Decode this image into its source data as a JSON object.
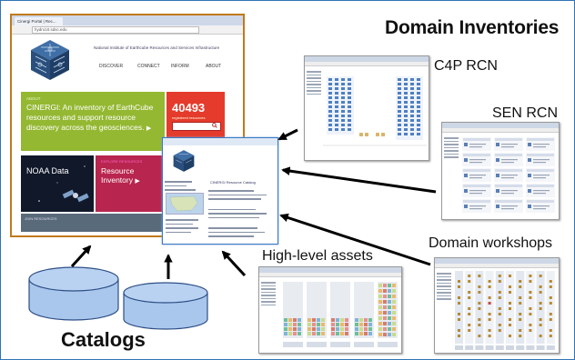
{
  "labels": {
    "title": "Domain Inventories",
    "c4p": "C4P RCN",
    "sen": "SEN RCN",
    "workshops": "Domain workshops",
    "high_level": "High-level assets",
    "catalogs": "Catalogs"
  },
  "browser": {
    "tab": "Cinergi Portal | Rec...",
    "url": "hydro10.sdsc.edu",
    "header_text": "National Institute of Earthcube Resources and Services Infrastructure",
    "nav": [
      "DISCOVER",
      "CONNECT",
      "INFORM",
      "ABOUT"
    ],
    "hero_small": "ABOUT",
    "hero_text": "CINERGI: An inventory of EarthCube resources and support resource discovery across the geosciences.",
    "hero_arrow": "▶",
    "count": "40493",
    "count_label": "registered resources",
    "noaa_label": "NOAA Data",
    "resinv_small": "EXPLORE RESOURCES",
    "resinv_text": "Resource Inventory",
    "resinv_arrow": "▶",
    "footer_small": "JOIN RESOURCES"
  },
  "inner": {
    "heading": "CINERGI Resource Catalog"
  },
  "colors": {
    "accent_blue": "#2e75b6",
    "hero_green": "#94b832",
    "red": "#e53b2c",
    "magenta": "#b8254e",
    "cylinder": "#a9c6ec"
  }
}
